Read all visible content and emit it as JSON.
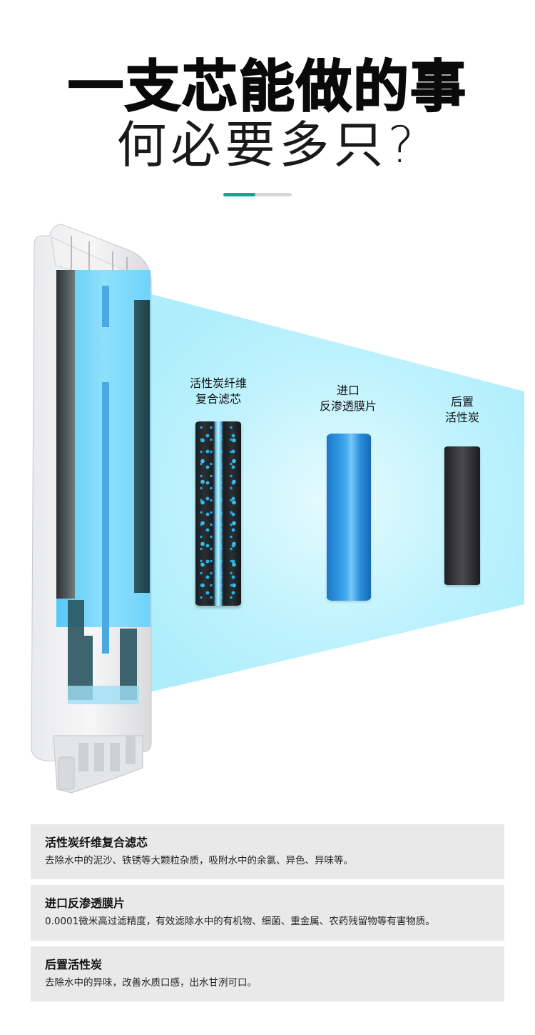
{
  "header": {
    "headline": "一支芯能做的事",
    "subline": "何必要多只?",
    "progress": {
      "percent": 47,
      "fill_color": "#14a29a",
      "track_color": "#d6d6d6"
    }
  },
  "illustration": {
    "beam_color": "#b3eefb",
    "cartridges": [
      {
        "label_line1": "活性炭纤维",
        "label_line2": "复合滤芯",
        "material": "activated-carbon-fiber-composite"
      },
      {
        "label_line1": "进口",
        "label_line2": "反渗透膜片",
        "material": "reverse-osmosis-membrane"
      },
      {
        "label_line1": "后置",
        "label_line2": "活性炭",
        "material": "post-activated-carbon"
      }
    ]
  },
  "features": [
    {
      "title": "活性炭纤维复合滤芯",
      "description": "去除水中的泥沙、铁锈等大颗粒杂质，吸附水中的余氯、异色、异味等。"
    },
    {
      "title": "进口反渗透膜片",
      "description": "0.0001微米高过滤精度，有效滤除水中的有机物、细菌、重金属、农药残留物等有害物质。"
    },
    {
      "title": "后置活性炭",
      "description": "去除水中的异味，改善水质口感，出水甘洌可口。"
    }
  ]
}
